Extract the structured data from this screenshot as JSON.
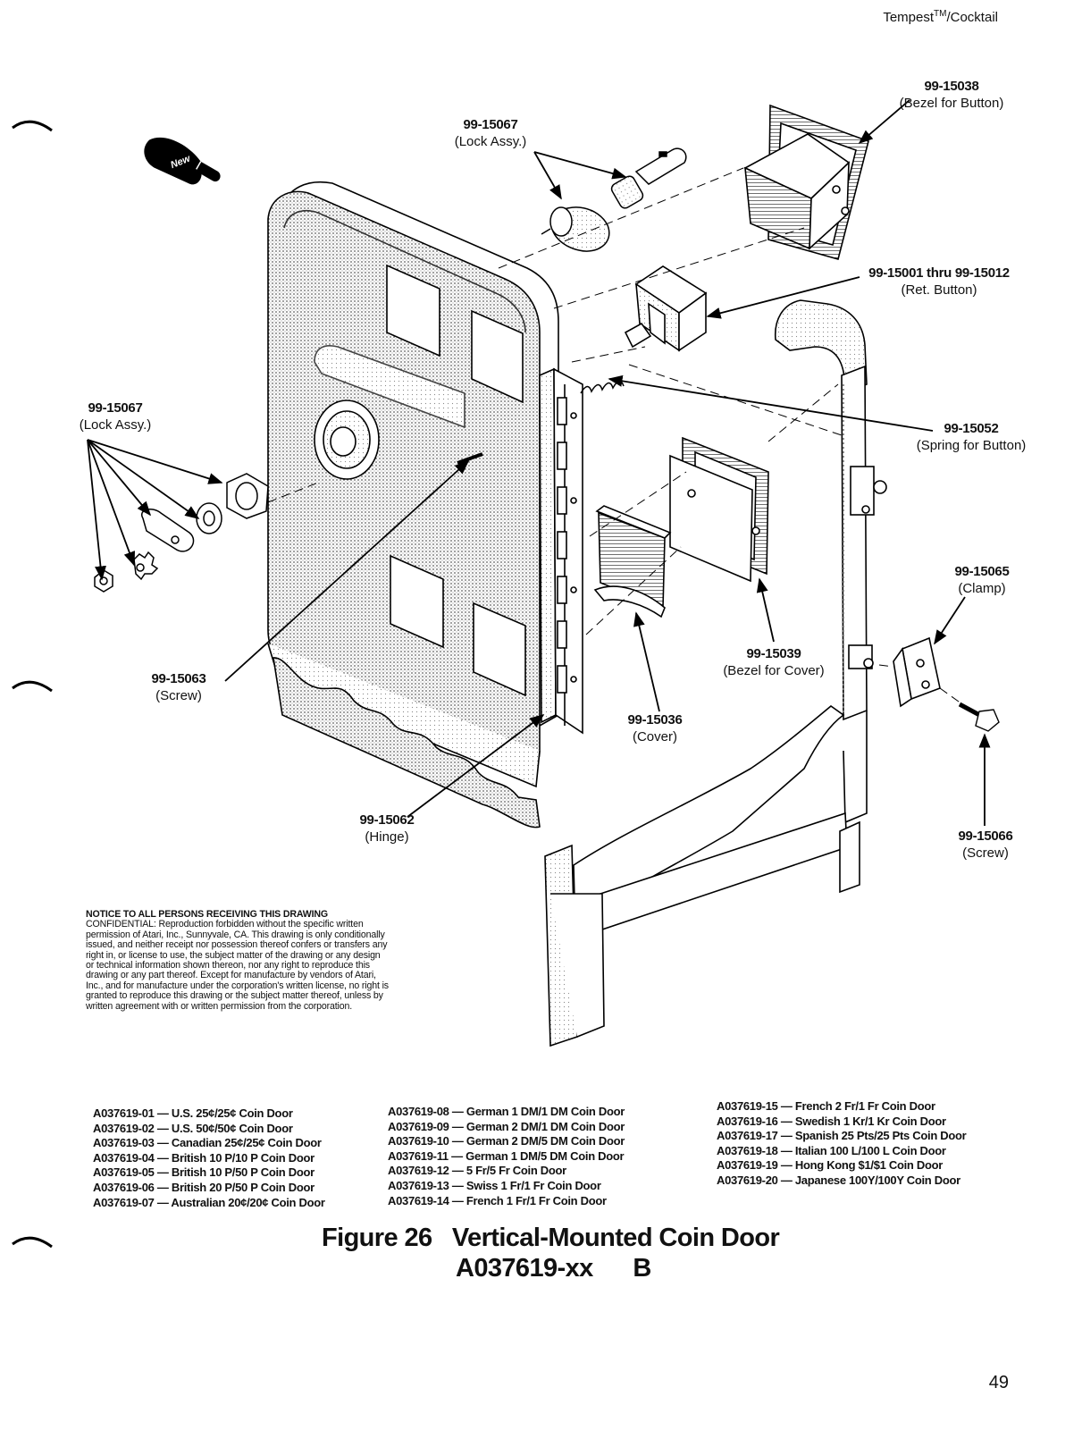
{
  "header": {
    "title": "Tempest",
    "tm": "TM",
    "suffix": "/Cocktail"
  },
  "new_badge": "New",
  "callouts": [
    {
      "id": "lock-top",
      "part": "99-15067",
      "desc": "(Lock Assy.)"
    },
    {
      "id": "bezel-button",
      "part": "99-15038",
      "desc": "(Bezel for Button)"
    },
    {
      "id": "ret-button",
      "part": "99-15001 thru 99-15012",
      "desc": "(Ret. Button)"
    },
    {
      "id": "lock-left",
      "part": "99-15067",
      "desc": "(Lock Assy.)"
    },
    {
      "id": "spring",
      "part": "99-15052",
      "desc": "(Spring for Button)"
    },
    {
      "id": "clamp",
      "part": "99-15065",
      "desc": "(Clamp)"
    },
    {
      "id": "bezel-cover",
      "part": "99-15039",
      "desc": "(Bezel for Cover)"
    },
    {
      "id": "screw-left",
      "part": "99-15063",
      "desc": "(Screw)"
    },
    {
      "id": "cover",
      "part": "99-15036",
      "desc": "(Cover)"
    },
    {
      "id": "hinge",
      "part": "99-15062",
      "desc": "(Hinge)"
    },
    {
      "id": "screw-right",
      "part": "99-15066",
      "desc": "(Screw)"
    }
  ],
  "notice": {
    "heading": "NOTICE TO ALL PERSONS RECEIVING THIS DRAWING",
    "body": "CONFIDENTIAL: Reproduction forbidden without the specific written permission of Atari, Inc., Sunnyvale, CA. This drawing is only conditionally issued, and neither receipt nor possession thereof confers or transfers any right in, or license to use, the subject matter of the drawing or any design or technical information shown thereon, nor any right to reproduce this drawing or any part thereof. Except for manufacture by vendors of Atari, Inc., and for manufacture under the corporation's written license, no right is granted to reproduce this drawing or the subject matter thereof, unless by written agreement with or written permission from the corporation."
  },
  "part_list": {
    "col1": [
      "A037619-01 — U.S. 25¢/25¢ Coin Door",
      "A037619-02 — U.S. 50¢/50¢ Coin Door",
      "A037619-03 — Canadian 25¢/25¢ Coin Door",
      "A037619-04 — British 10 P/10 P Coin Door",
      "A037619-05 — British 10 P/50 P Coin Door",
      "A037619-06 — British 20 P/50 P Coin Door",
      "A037619-07 — Australian 20¢/20¢ Coin Door"
    ],
    "col2": [
      "A037619-08 — German 1 DM/1 DM Coin Door",
      "A037619-09 — German 2 DM/1 DM Coin Door",
      "A037619-10 — German 2 DM/5 DM Coin Door",
      "A037619-11 — German 1 DM/5 DM Coin Door",
      "A037619-12 — 5 Fr/5 Fr Coin Door",
      "A037619-13 — Swiss 1 Fr/1 Fr Coin Door",
      "A037619-14 — French 1 Fr/1 Fr Coin Door"
    ],
    "col3": [
      "A037619-15 — French 2 Fr/1 Fr Coin Door",
      "A037619-16 — Swedish 1 Kr/1 Kr Coin Door",
      "A037619-17 — Spanish 25 Pts/25 Pts Coin Door",
      "A037619-18 — Italian 100 L/100 L Coin Door",
      "A037619-19 — Hong Kong $1/$1 Coin Door",
      "A037619-20 — Japanese 100Y/100Y Coin Door"
    ]
  },
  "figure": {
    "number": "Figure 26",
    "title": "Vertical-Mounted Coin Door",
    "assembly": "A037619-xx",
    "rev": "B"
  },
  "page_number": "49"
}
